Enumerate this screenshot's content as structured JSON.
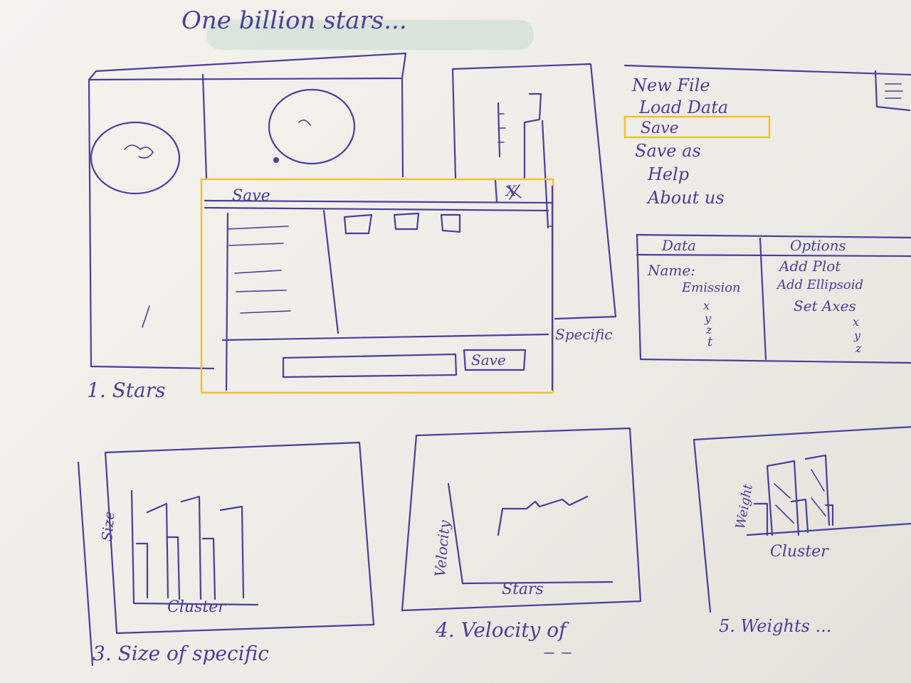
{
  "title": "One billion stars...",
  "main_window": {
    "caption": "1. Stars"
  },
  "side_panel": {
    "caption": "Specific"
  },
  "menu": {
    "items": [
      "New File",
      "Load Data",
      "Save",
      "Save as",
      "Help",
      "About us"
    ],
    "highlighted": "Save"
  },
  "data_options": {
    "data_header": "Data",
    "options_header": "Options",
    "data_items": [
      "Name:",
      "Emission",
      "x",
      "y",
      "z",
      "t"
    ],
    "option_items": [
      "Add Plot",
      "Add Ellipsoid",
      "Set Axes",
      "x",
      "y",
      "z"
    ]
  },
  "save_dialog": {
    "title": "Save",
    "close": "X",
    "save_button": "Save"
  },
  "chart_3": {
    "ylabel": "Size",
    "xlabel": "Cluster",
    "caption": "3. Size of specific"
  },
  "chart_4": {
    "ylabel": "Velocity",
    "xlabel": "Stars",
    "caption": "4. Velocity of"
  },
  "chart_5": {
    "ylabel": "Weight",
    "xlabel": "Cluster",
    "caption": "5. Weights ..."
  },
  "colors": {
    "ink": "#4a3f9a",
    "highlight": "#f2c12e",
    "paper": "#f1f0eb"
  }
}
